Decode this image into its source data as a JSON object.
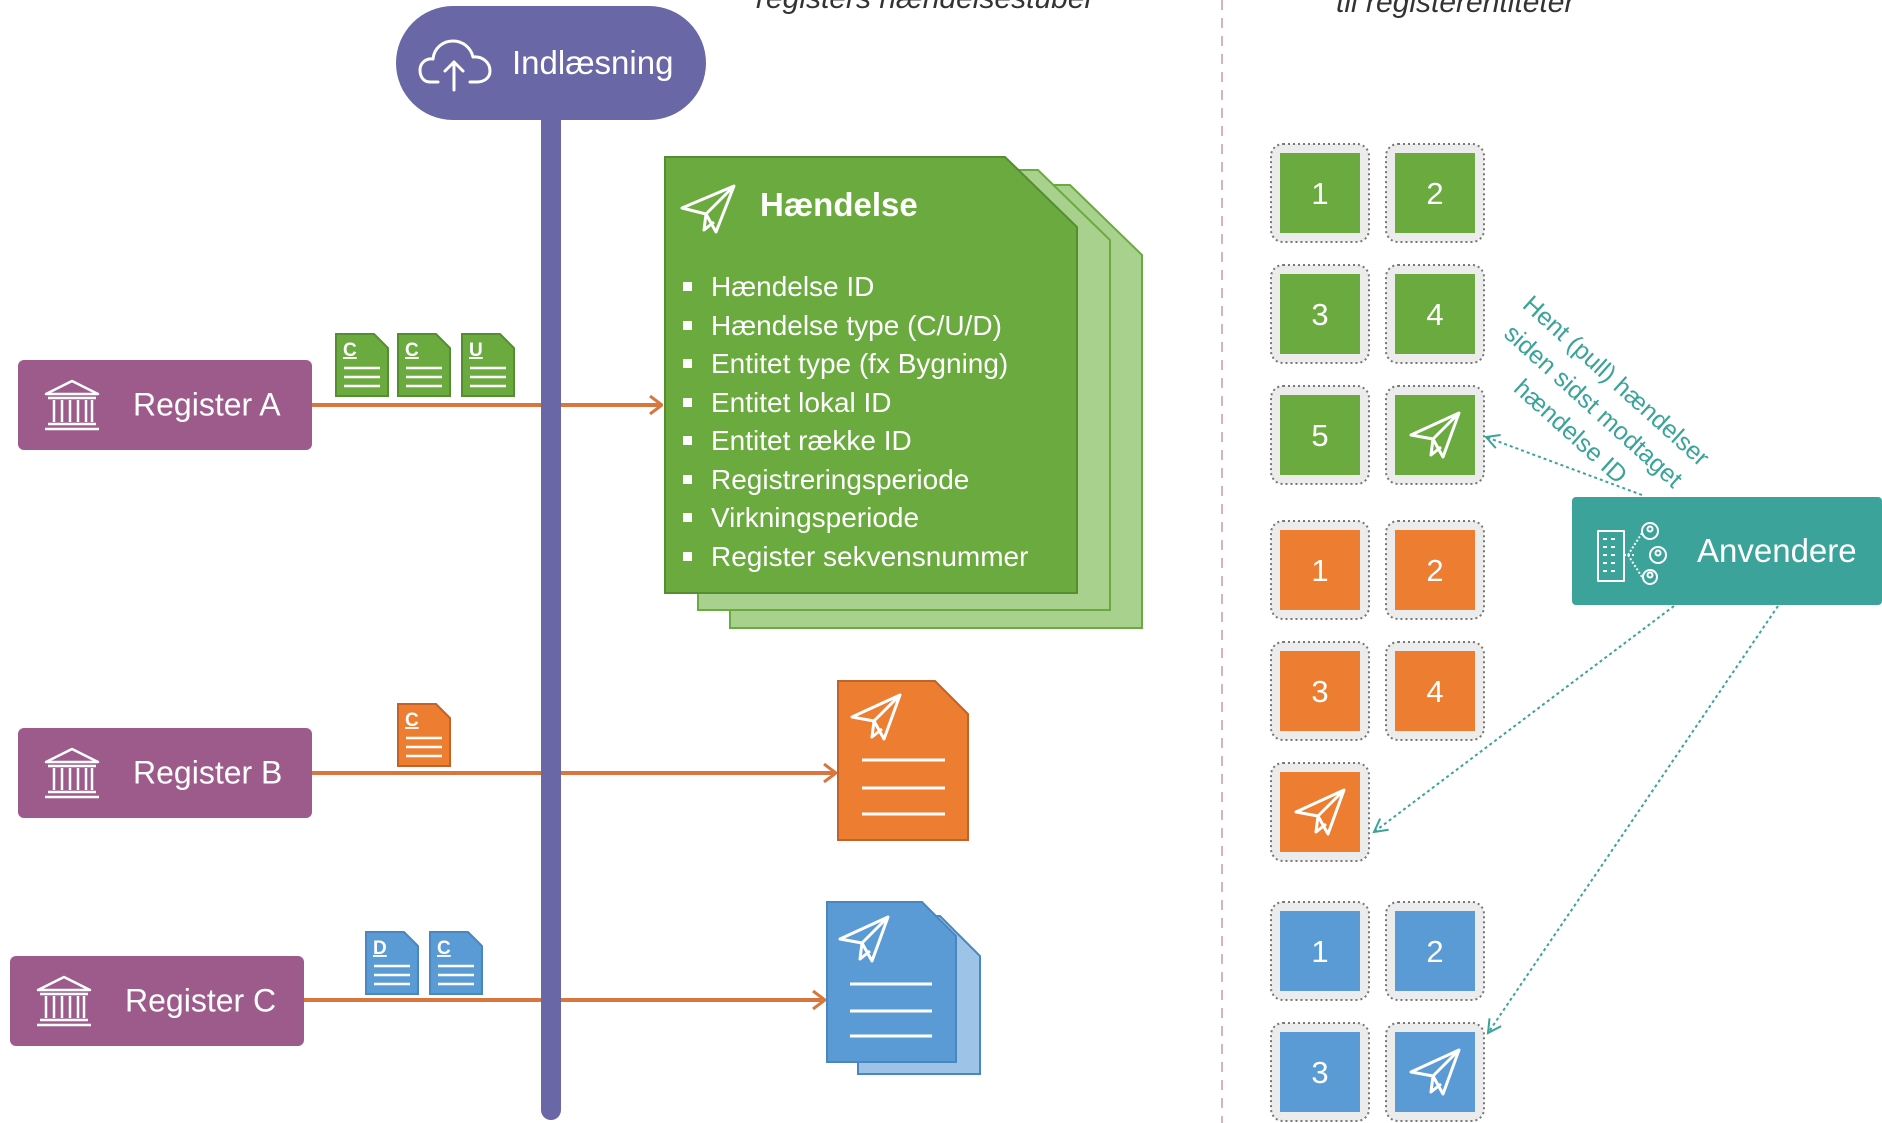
{
  "headers": {
    "left": "registers hændelsestuber",
    "right": "til registerentiteter"
  },
  "ingest": {
    "label": "Indlæsning",
    "icon": "cloud-upload-icon"
  },
  "registers": [
    {
      "label": "Register A",
      "icon": "bank-icon"
    },
    {
      "label": "Register B",
      "icon": "bank-icon"
    },
    {
      "label": "Register C",
      "icon": "bank-icon"
    }
  ],
  "docs": {
    "a": [
      "C",
      "C",
      "U"
    ],
    "b": [
      "C"
    ],
    "c": [
      "D",
      "C"
    ]
  },
  "event": {
    "title": "Hændelse",
    "icon": "paper-plane-icon",
    "fields": [
      "Hændelse ID",
      "Hændelse type (C/U/D)",
      "Entitet type (fx Bygning)",
      "Entitet lokal ID",
      "Entitet række ID",
      "Registreringsperiode",
      "Virkningsperiode",
      "Register sekvensnummer"
    ]
  },
  "entities": {
    "green": [
      "1",
      "2",
      "3",
      "4",
      "5"
    ],
    "orange": [
      "1",
      "2",
      "3",
      "4"
    ],
    "blue": [
      "1",
      "2",
      "3"
    ]
  },
  "consumer": {
    "label": "Anvendere",
    "icon": "building-people-icon"
  },
  "note": [
    "Hent (pull) hændelser",
    "siden sidst modtaget",
    "hændelse ID"
  ],
  "colors": {
    "purple": "#6a67a7",
    "register": "#9d5b8b",
    "green": "#6aaa3f",
    "green_light": "#a9d18e",
    "orange": "#ed7d31",
    "blue": "#5b9bd5",
    "blue_light": "#9dc3e6",
    "teal": "#3ba39a",
    "arrow": "#d9763e"
  }
}
